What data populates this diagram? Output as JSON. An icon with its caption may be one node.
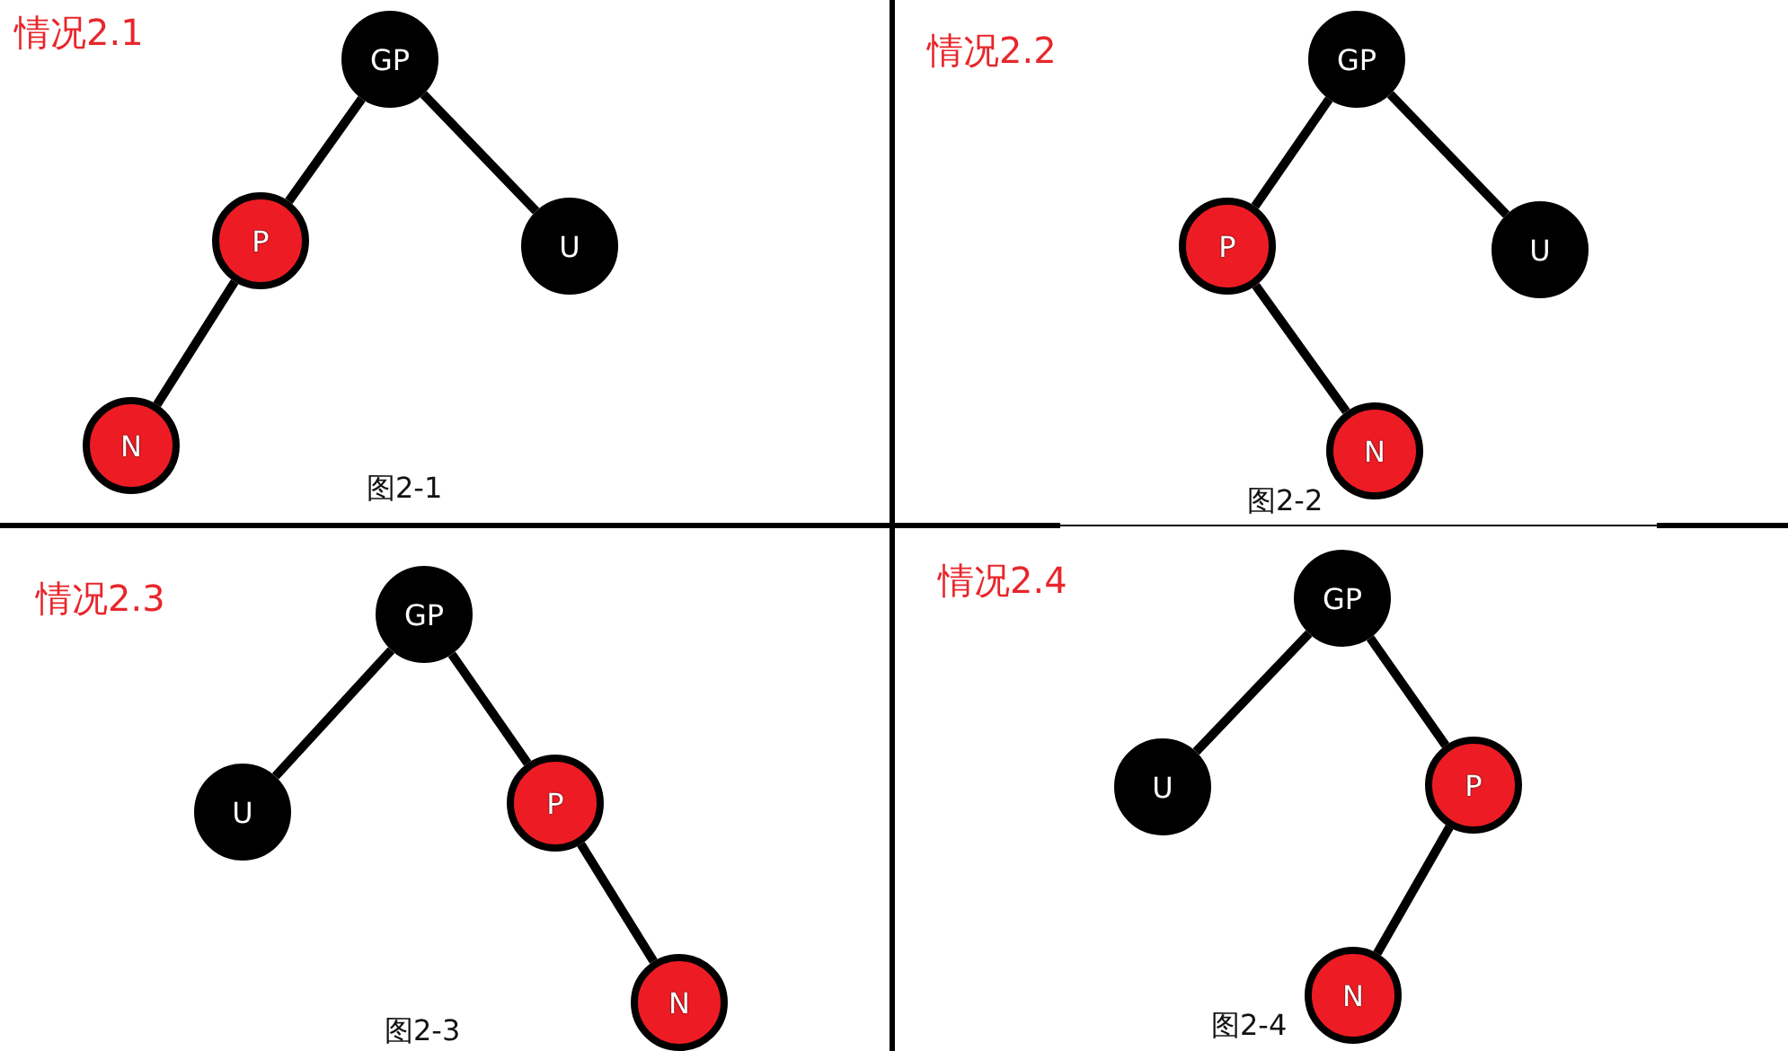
{
  "diagram": {
    "nodes": [
      {
        "text": [
          "GP"
        ]
      },
      {
        "text": [
          "P"
        ]
      },
      {
        "text": [
          "U"
        ]
      },
      {
        "text": [
          "N"
        ]
      },
      {
        "text": [
          "GP"
        ]
      },
      {
        "text": [
          "P"
        ]
      },
      {
        "text": [
          "U"
        ]
      },
      {
        "text": [
          "N"
        ]
      },
      {
        "text": [
          "GP"
        ]
      },
      {
        "text": [
          "U"
        ]
      },
      {
        "text": [
          "P"
        ]
      },
      {
        "text": [
          "N"
        ]
      },
      {
        "text": [
          "GP"
        ]
      },
      {
        "text": [
          "U"
        ]
      },
      {
        "text": [
          "P"
        ]
      },
      {
        "text": [
          "N"
        ]
      }
    ],
    "edges": [
      {
        "from": 0,
        "to": 1,
        "arrow": "none"
      },
      {
        "from": 0,
        "to": 2,
        "arrow": "none"
      },
      {
        "from": 1,
        "to": 3,
        "arrow": "none"
      },
      {
        "from": 4,
        "to": 5,
        "arrow": "none"
      },
      {
        "from": 4,
        "to": 6,
        "arrow": "none"
      },
      {
        "from": 5,
        "to": 7,
        "arrow": "none"
      },
      {
        "from": 8,
        "to": 9,
        "arrow": "none"
      },
      {
        "from": 8,
        "to": 10,
        "arrow": "none"
      },
      {
        "from": 10,
        "to": 11,
        "arrow": "none"
      },
      {
        "from": 12,
        "to": 13,
        "arrow": "none"
      },
      {
        "from": 12,
        "to": 14,
        "arrow": "none"
      },
      {
        "from": 14,
        "to": 15,
        "arrow": "none"
      }
    ],
    "labels": [
      "情况2.1",
      "图2-1",
      "情况2.2",
      "图2-2",
      "情况2.3",
      "图2-3",
      "情况2.4",
      "图2-4"
    ]
  }
}
